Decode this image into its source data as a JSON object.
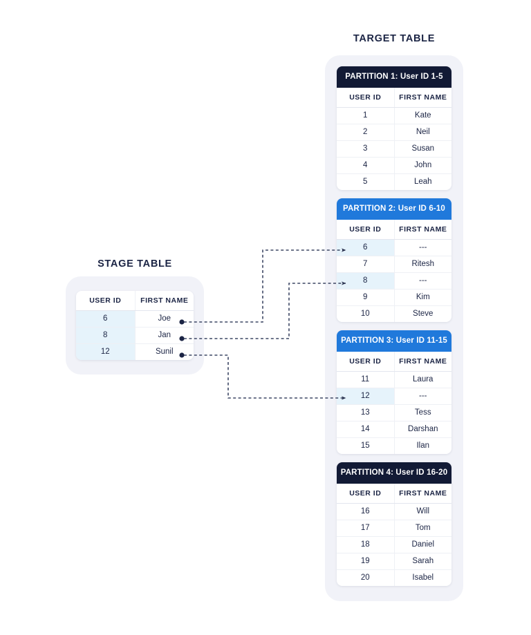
{
  "diagram": {
    "target_title": "TARGET TABLE",
    "stage_title": "STAGE TABLE",
    "columns": {
      "user_id": "USER ID",
      "first_name": "FIRST NAME"
    },
    "placeholder_value": "---",
    "colors": {
      "navy_header": "#121a35",
      "blue_header": "#2079db",
      "row_highlight": "#e6f3fb",
      "shell_background": "#f1f2f8",
      "text": "#1b2444",
      "connector": "#3c4663"
    }
  },
  "stage_table": {
    "title": "STAGE TABLE",
    "headers": [
      "USER ID",
      "FIRST NAME"
    ],
    "rows": [
      {
        "user_id": "6",
        "first_name": "Joe",
        "highlight": true
      },
      {
        "user_id": "8",
        "first_name": "Jan",
        "highlight": true
      },
      {
        "user_id": "12",
        "first_name": "Sunil",
        "highlight": true
      }
    ]
  },
  "target_table": {
    "title": "TARGET TABLE",
    "partitions": [
      {
        "header": "PARTITION 1: User ID 1-5",
        "header_style": "navy",
        "headers": [
          "USER ID",
          "FIRST NAME"
        ],
        "rows": [
          {
            "user_id": "1",
            "first_name": "Kate",
            "highlight": false
          },
          {
            "user_id": "2",
            "first_name": "Neil",
            "highlight": false
          },
          {
            "user_id": "3",
            "first_name": "Susan",
            "highlight": false
          },
          {
            "user_id": "4",
            "first_name": "John",
            "highlight": false
          },
          {
            "user_id": "5",
            "first_name": "Leah",
            "highlight": false
          }
        ]
      },
      {
        "header": "PARTITION 2: User ID 6-10",
        "header_style": "blue",
        "headers": [
          "USER ID",
          "FIRST NAME"
        ],
        "rows": [
          {
            "user_id": "6",
            "first_name": "---",
            "highlight": true
          },
          {
            "user_id": "7",
            "first_name": "Ritesh",
            "highlight": false
          },
          {
            "user_id": "8",
            "first_name": "---",
            "highlight": true
          },
          {
            "user_id": "9",
            "first_name": "Kim",
            "highlight": false
          },
          {
            "user_id": "10",
            "first_name": "Steve",
            "highlight": false
          }
        ]
      },
      {
        "header": "PARTITION 3: User ID 11-15",
        "header_style": "blue",
        "headers": [
          "USER ID",
          "FIRST NAME"
        ],
        "rows": [
          {
            "user_id": "11",
            "first_name": "Laura",
            "highlight": false
          },
          {
            "user_id": "12",
            "first_name": "---",
            "highlight": true
          },
          {
            "user_id": "13",
            "first_name": "Tess",
            "highlight": false
          },
          {
            "user_id": "14",
            "first_name": "Darshan",
            "highlight": false
          },
          {
            "user_id": "15",
            "first_name": "Ilan",
            "highlight": false
          }
        ]
      },
      {
        "header": "PARTITION 4: User ID 16-20",
        "header_style": "navy",
        "headers": [
          "USER ID",
          "FIRST NAME"
        ],
        "rows": [
          {
            "user_id": "16",
            "first_name": "Will",
            "highlight": false
          },
          {
            "user_id": "17",
            "first_name": "Tom",
            "highlight": false
          },
          {
            "user_id": "18",
            "first_name": "Daniel",
            "highlight": false
          },
          {
            "user_id": "19",
            "first_name": "Sarah",
            "highlight": false
          },
          {
            "user_id": "20",
            "first_name": "Isabel",
            "highlight": false
          }
        ]
      }
    ]
  },
  "connectors": [
    {
      "from_user_id": "6",
      "to_user_id": "6",
      "to_partition": "PARTITION 2: User ID 6-10"
    },
    {
      "from_user_id": "8",
      "to_user_id": "8",
      "to_partition": "PARTITION 2: User ID 6-10"
    },
    {
      "from_user_id": "12",
      "to_user_id": "12",
      "to_partition": "PARTITION 3: User ID 11-15"
    }
  ]
}
